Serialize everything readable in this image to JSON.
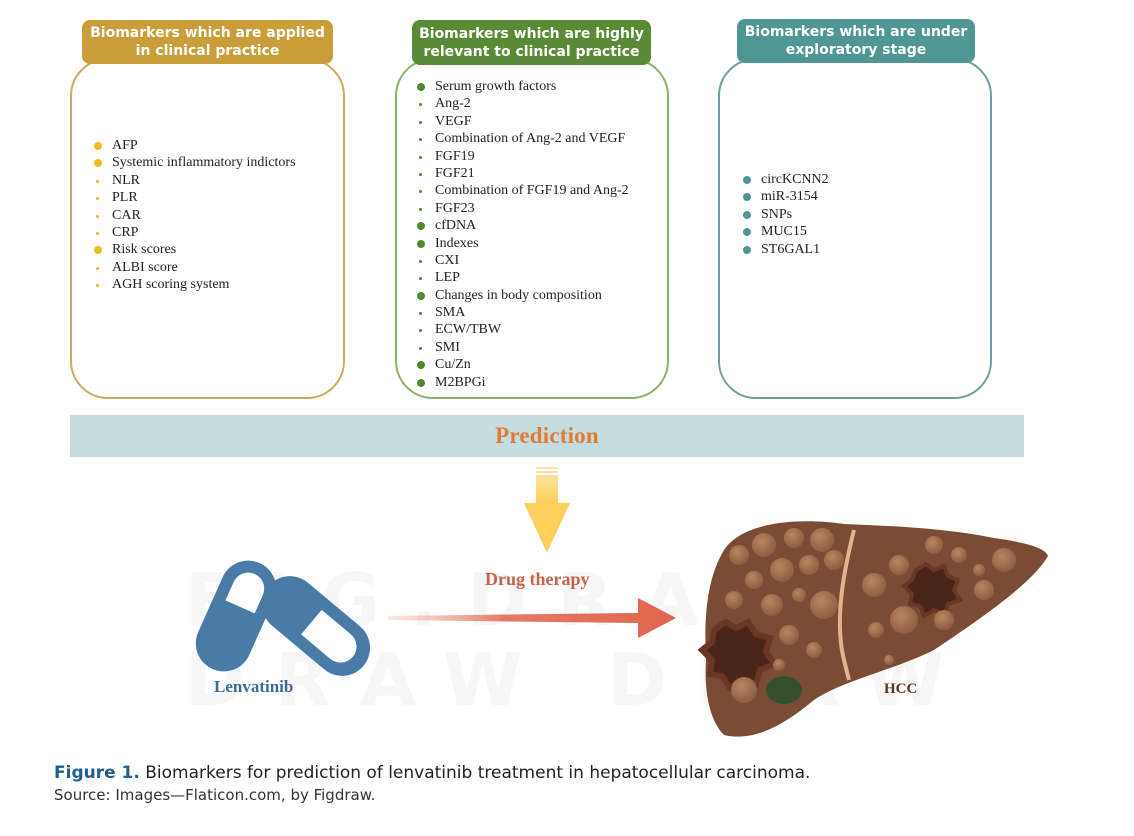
{
  "panels": [
    {
      "title": "Biomarkers which are applied in clinical practice",
      "accent": "#c99e3a",
      "items": [
        {
          "label": "AFP",
          "level": "main"
        },
        {
          "label": "Systemic inflammatory indictors",
          "level": "main"
        },
        {
          "label": "NLR",
          "level": "sub"
        },
        {
          "label": "PLR",
          "level": "sub"
        },
        {
          "label": "CAR",
          "level": "sub"
        },
        {
          "label": "CRP",
          "level": "sub"
        },
        {
          "label": "Risk scores",
          "level": "main"
        },
        {
          "label": "ALBI score",
          "level": "sub"
        },
        {
          "label": "AGH scoring system",
          "level": "sub"
        }
      ]
    },
    {
      "title": "Biomarkers which are highly relevant to clinical practice",
      "accent": "#5a8a35",
      "items": [
        {
          "label": "Serum growth factors",
          "level": "main"
        },
        {
          "label": "Ang-2",
          "level": "sub"
        },
        {
          "label": "VEGF",
          "level": "sub"
        },
        {
          "label": "Combination of Ang-2 and VEGF",
          "level": "sub"
        },
        {
          "label": "FGF19",
          "level": "sub"
        },
        {
          "label": "FGF21",
          "level": "sub"
        },
        {
          "label": "Combination of FGF19 and Ang-2",
          "level": "sub"
        },
        {
          "label": "FGF23",
          "level": "sub"
        },
        {
          "label": "cfDNA",
          "level": "main"
        },
        {
          "label": "Indexes",
          "level": "main"
        },
        {
          "label": "CXI",
          "level": "sub"
        },
        {
          "label": "LEP",
          "level": "sub"
        },
        {
          "label": "Changes in body composition",
          "level": "main"
        },
        {
          "label": "SMA",
          "level": "sub"
        },
        {
          "label": "ECW/TBW",
          "level": "sub"
        },
        {
          "label": "SMI",
          "level": "sub"
        },
        {
          "label": "Cu/Zn",
          "level": "main"
        },
        {
          "label": "M2BPGi",
          "level": "main"
        }
      ]
    },
    {
      "title": "Biomarkers which are under exploratory stage",
      "accent": "#4f9694",
      "items": [
        {
          "label": "circKCNN2",
          "level": "main"
        },
        {
          "label": "miR-3154",
          "level": "main"
        },
        {
          "label": "SNPs",
          "level": "main"
        },
        {
          "label": "MUC15",
          "level": "main"
        },
        {
          "label": "ST6GAL1",
          "level": "main"
        }
      ]
    }
  ],
  "prediction": {
    "label": "Prediction",
    "color": "#e07b35"
  },
  "flow": {
    "drug_label": "Lenvatinib",
    "therapy_label": "Drug therapy",
    "target_label": "HCC",
    "watermark_line1": "FIG.DRAW",
    "watermark_line2": "DRAW DRAW"
  },
  "caption": {
    "figure_number": "Figure 1.",
    "text": " Biomarkers for prediction of lenvatinib treatment in hepatocellular carcinoma.",
    "source": "Source: Images—Flaticon.com, by Figdraw."
  }
}
